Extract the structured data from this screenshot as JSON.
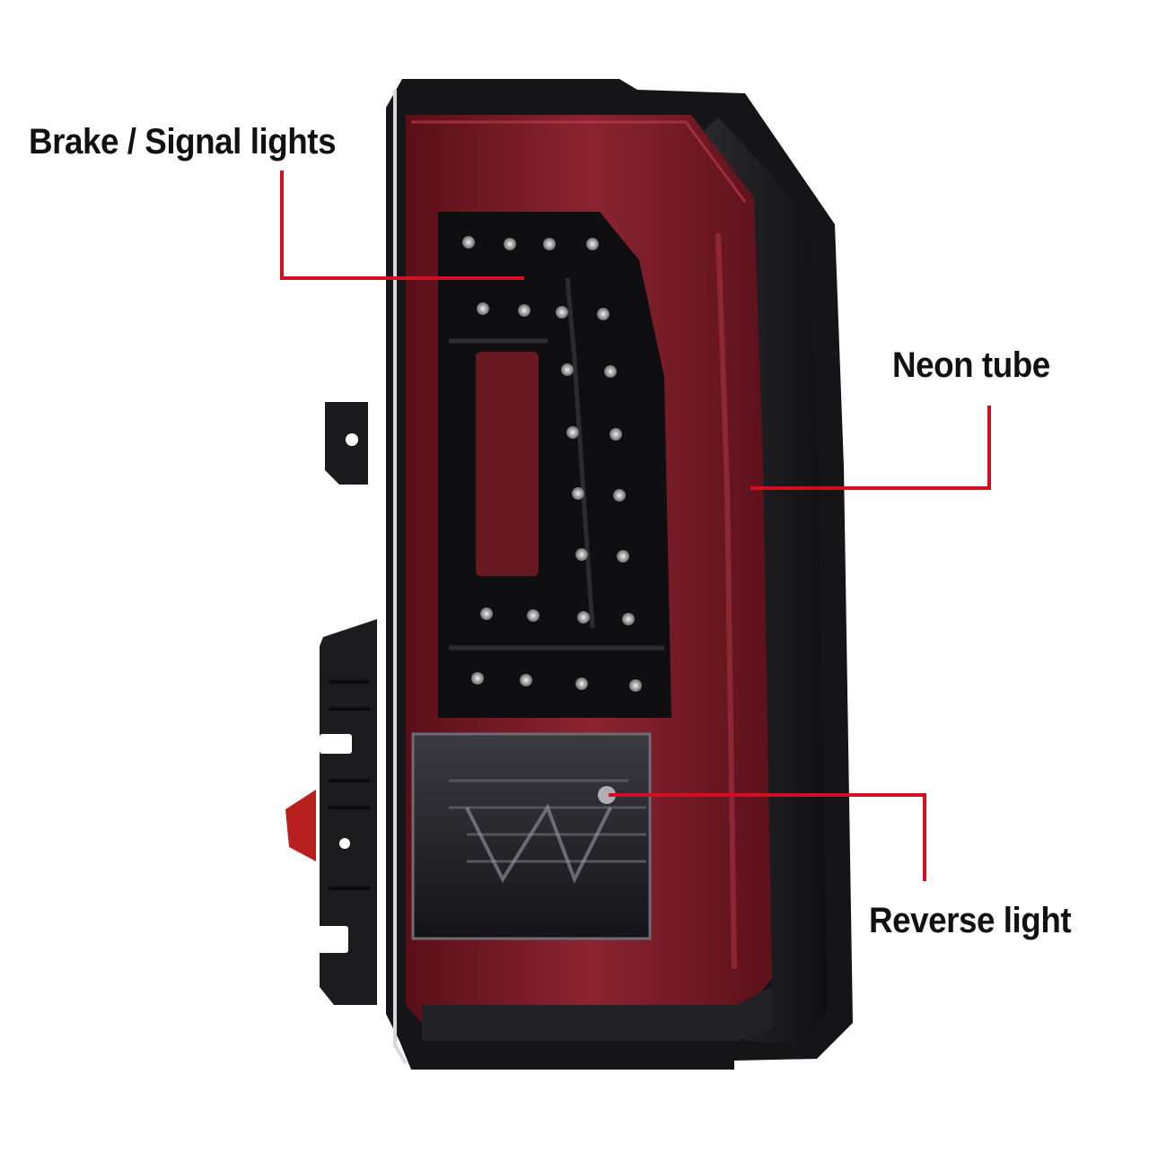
{
  "callouts": {
    "brake_signal": "Brake / Signal lights",
    "neon_tube": "Neon tube",
    "reverse": "Reverse light"
  },
  "colors": {
    "leader_line": "#d0101e",
    "lens_red": "#7a1a24",
    "housing_black": "#141416"
  },
  "icons": {
    "product": "tail-light-assembly"
  }
}
